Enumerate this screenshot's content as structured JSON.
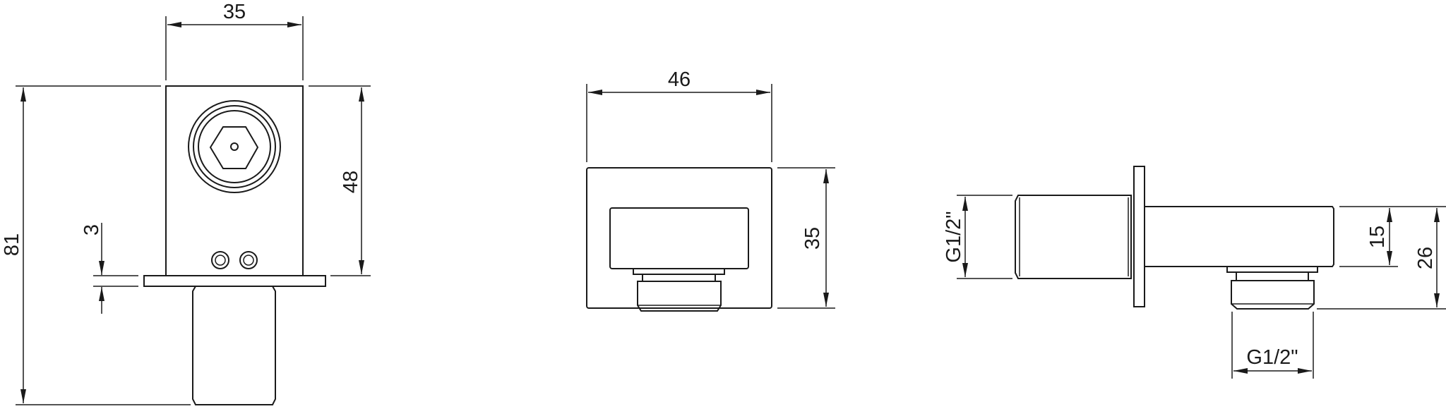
{
  "front_view": {
    "width_dim": "35",
    "body_height_dim": "48",
    "total_height_dim": "81",
    "flange_thickness_dim": "3"
  },
  "top_view": {
    "width_dim": "46",
    "depth_dim": "35"
  },
  "side_view": {
    "inlet_thread_dim": "G1/2\"",
    "arm_height_dim": "15",
    "overall_height_dim": "26",
    "outlet_thread_dim": "G1/2\""
  }
}
